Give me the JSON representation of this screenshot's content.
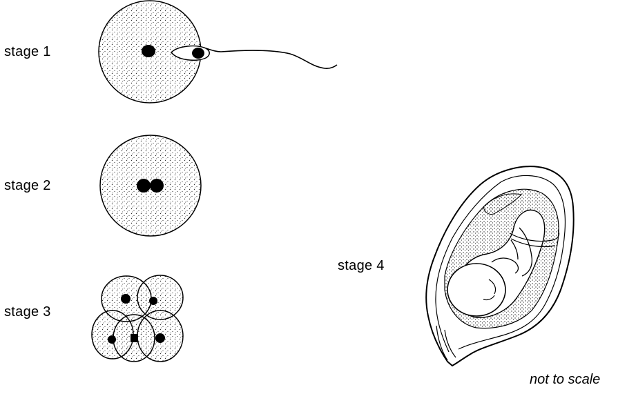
{
  "stages": [
    {
      "label": "stage 1"
    },
    {
      "label": "stage 2"
    },
    {
      "label": "stage 3"
    },
    {
      "label": "stage 4"
    }
  ],
  "footnote": "not to scale",
  "colors": {
    "ink": "#000000",
    "fill": "#ffffff",
    "stipple": "#333333"
  }
}
